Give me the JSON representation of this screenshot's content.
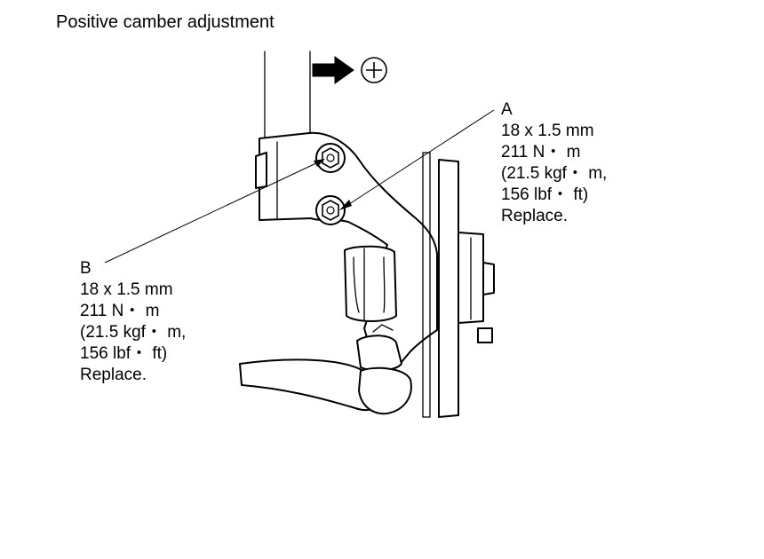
{
  "diagram": {
    "title": "Positive camber adjustment",
    "direction_symbol": "+",
    "callouts": [
      {
        "id": "A",
        "lines": [
          "A",
          "18 x 1.5 mm",
          "211 N・ m",
          "(21.5 kgf・ m,",
          "156 lbf・ ft)",
          "Replace."
        ]
      },
      {
        "id": "B",
        "lines": [
          "B",
          "18 x 1.5 mm",
          "211 N・ m",
          "(21.5 kgf・ m,",
          "156 lbf・ ft)",
          "Replace."
        ]
      }
    ],
    "colors": {
      "ink": "#000000",
      "background": "#ffffff"
    },
    "icons": [
      "arrow-right-icon",
      "plus-circle-icon"
    ]
  }
}
